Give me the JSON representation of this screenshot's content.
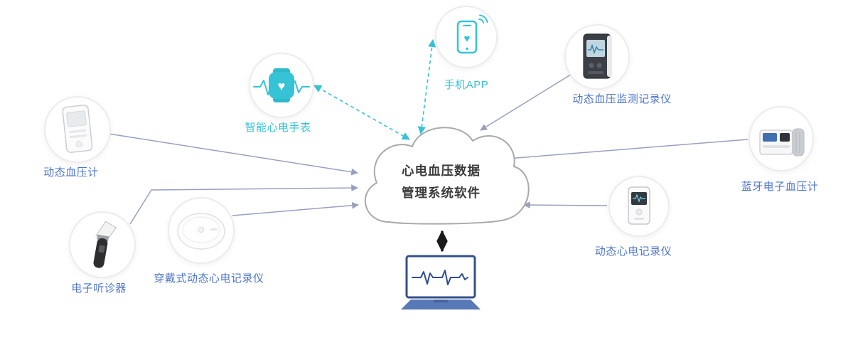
{
  "colors": {
    "label_blue": "#4d75cc",
    "teal": "#35c3d5",
    "arrow_gray": "#98a0c0",
    "cloud_border": "#a9a9a9",
    "laptop_blue": "#5878b8",
    "laptop_frame": "#34508c",
    "dark_arrow": "#1a1a1a"
  },
  "cloud": {
    "line1": "心电血压数据",
    "line2": "管理系统软件"
  },
  "nodes": {
    "bp_left": {
      "label": "动态血压计"
    },
    "ear": {
      "label": "电子听诊器"
    },
    "patch": {
      "label": "穿戴式动态心电记录仪"
    },
    "watch": {
      "label": "智能心电手表"
    },
    "phone": {
      "label": "手机APP"
    },
    "bp_monitor": {
      "label": "动态血压监测记录仪"
    },
    "ecg_box": {
      "label": "蓝牙电子血压计"
    },
    "holter": {
      "label": "动态心电记录仪"
    }
  }
}
